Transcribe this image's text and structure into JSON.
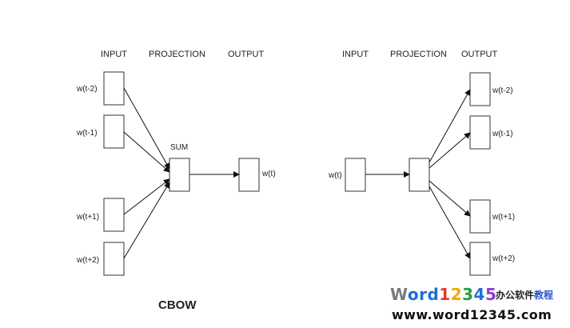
{
  "cbow": {
    "headers": {
      "input": "INPUT",
      "projection": "PROJECTION",
      "output": "OUTPUT"
    },
    "inputs": [
      "w(t-2)",
      "w(t-1)",
      "w(t+1)",
      "w(t+2)"
    ],
    "sum_label": "SUM",
    "output": "w(t)",
    "caption": "CBOW"
  },
  "skipgram": {
    "headers": {
      "input": "INPUT",
      "projection": "PROJECTION",
      "output": "OUTPUT"
    },
    "input": "w(t)",
    "outputs": [
      "w(t-2)",
      "w(t-1)",
      "w(t+1)",
      "w(t+2)"
    ]
  },
  "watermark": {
    "brand_w": "W",
    "brand_ord": "ord",
    "brand_digits": [
      "1",
      "2",
      "3",
      "4",
      "5"
    ],
    "tagline_a": "办公软件",
    "tagline_b": "教程",
    "url": "www.word12345.com"
  }
}
